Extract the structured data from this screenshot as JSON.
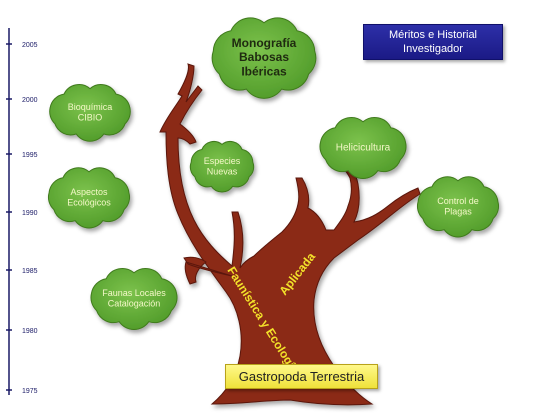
{
  "timeline": {
    "ticks": [
      "1975",
      "1980",
      "1985",
      "1990",
      "1995",
      "2000",
      "2005"
    ]
  },
  "title_box": {
    "line1": "Méritos e Historial",
    "line2": "Investigador"
  },
  "base_box": {
    "label": "Gastropoda Terrestria"
  },
  "trunk_labels": {
    "left": "Faunística y Ecología",
    "right": "Aplicada"
  },
  "clouds": {
    "monografia": [
      "Monografía",
      "Babosas",
      "Ibéricas"
    ],
    "bioquimica": [
      "Bioquímica",
      "CIBIO"
    ],
    "especies": [
      "Especies",
      "Nuevas"
    ],
    "aspectos": [
      "Aspectos",
      "Ecológicos"
    ],
    "faunas": [
      "Faunas Locales",
      "Catalogación"
    ],
    "helicicultura": [
      "Helicicultura"
    ],
    "control": [
      "Control de",
      "Plagas"
    ]
  },
  "colors": {
    "cloud_fill": "#5ea834",
    "cloud_edge": "#3f7a1d",
    "cloud_text": "#f4f8c8",
    "trunk": "#8b2a15",
    "trunk_edge": "#5a1608",
    "trunk_label": "#f3e12a",
    "timeline": "#1a1a66"
  }
}
